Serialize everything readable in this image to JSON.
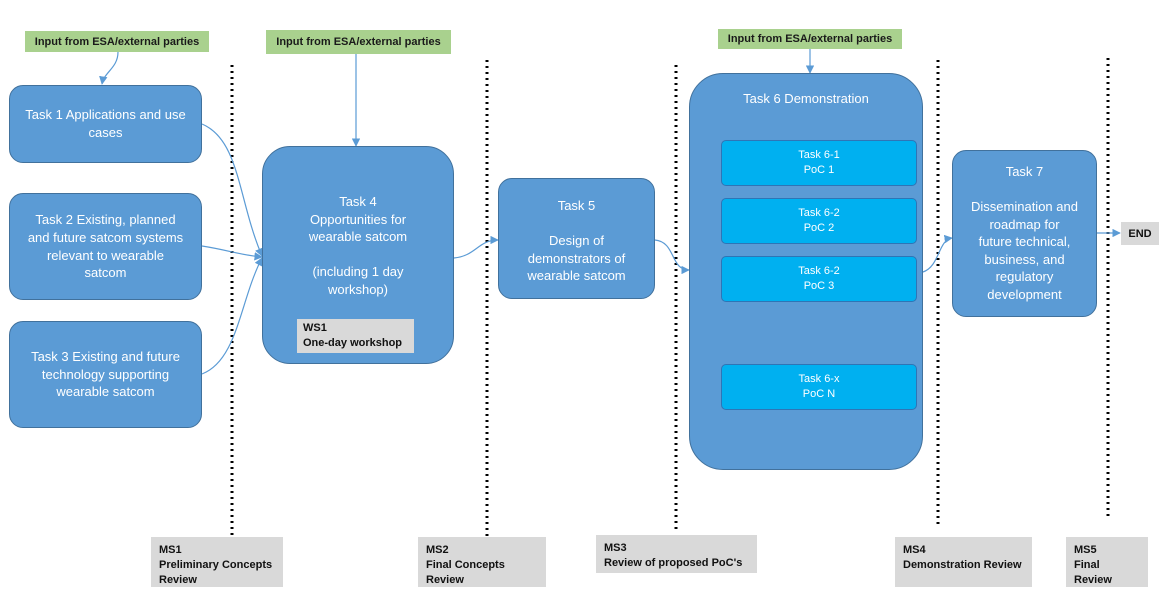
{
  "inputs": {
    "input1": "Input from ESA/external parties",
    "input2": "Input from ESA/external parties",
    "input3": "Input from ESA/external parties"
  },
  "tasks": {
    "task1": "Task 1 Applications and use\ncases",
    "task2": "Task 2 Existing, planned\nand future satcom systems\nrelevant to wearable\nsatcom",
    "task3": "Task 3 Existing and future\ntechnology  supporting\nwearable satcom",
    "task4": "Task 4\nOpportunities for\nwearable satcom\n\n(including 1 day\nworkshop)",
    "task5": "Task 5\n\nDesign of\ndemonstrators of\nwearable satcom",
    "task6": "Task 6 Demonstration",
    "task7": "Task 7\n\nDissemination and\nroadmap for\nfuture technical,\nbusiness, and\nregulatory\ndevelopment"
  },
  "pocs": [
    "Task 6-1\nPoC 1",
    "Task 6-2\nPoC 2",
    "Task 6-2\nPoC 3",
    "Task 6-x\nPoC N"
  ],
  "workshop": {
    "id": "WS1",
    "label": "One-day workshop"
  },
  "end_label": "END",
  "milestones": [
    {
      "id": "MS1",
      "label": "Preliminary Concepts\nReview"
    },
    {
      "id": "MS2",
      "label": "Final Concepts\nReview"
    },
    {
      "id": "MS3",
      "label": "Review of proposed PoC's"
    },
    {
      "id": "MS4",
      "label": "Demonstration Review"
    },
    {
      "id": "MS5",
      "label": "Final Review"
    }
  ],
  "colors": {
    "task_fill": "#5b9bd5",
    "poc_fill": "#00b0f0",
    "input_fill": "#a9d18e",
    "milestone_fill": "#d9d9d9",
    "arrow": "#5b9bd5"
  }
}
